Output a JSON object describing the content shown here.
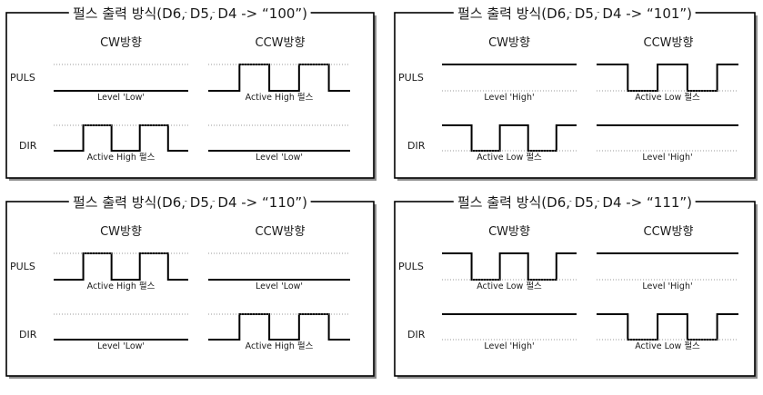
{
  "panels": [
    {
      "title": "펄스 출력 방식(D6, D5, D4 -> “100”)",
      "cw_label": "CW방향",
      "ccw_label": "CCW방향",
      "puls_label": "PULS",
      "dir_label": "DIR",
      "puls_cw": {
        "type": "level",
        "level": "low",
        "caption": "Level 'Low'"
      },
      "puls_ccw": {
        "type": "pulse",
        "polarity": "high",
        "caption": "Active High 펄스"
      },
      "dir_cw": {
        "type": "pulse",
        "polarity": "high",
        "caption": "Active High 펄스"
      },
      "dir_ccw": {
        "type": "level",
        "level": "low",
        "caption": "Level 'Low'"
      }
    },
    {
      "title": "펄스 출력 방식(D6, D5, D4 -> “101”)",
      "cw_label": "CW방향",
      "ccw_label": "CCW방향",
      "puls_label": "PULS",
      "dir_label": "DIR",
      "puls_cw": {
        "type": "level",
        "level": "high",
        "caption": "Level 'High'"
      },
      "puls_ccw": {
        "type": "pulse",
        "polarity": "low",
        "caption": "Active Low 펄스"
      },
      "dir_cw": {
        "type": "pulse",
        "polarity": "low",
        "caption": "Active Low 펄스"
      },
      "dir_ccw": {
        "type": "level",
        "level": "high",
        "caption": "Level 'High'"
      }
    },
    {
      "title": "펄스 출력 방식(D6, D5, D4 -> “110”)",
      "cw_label": "CW방향",
      "ccw_label": "CCW방향",
      "puls_label": "PULS",
      "dir_label": "DIR",
      "puls_cw": {
        "type": "pulse",
        "polarity": "high",
        "caption": "Active High 펄스"
      },
      "puls_ccw": {
        "type": "level",
        "level": "low",
        "caption": "Level 'Low'"
      },
      "dir_cw": {
        "type": "level",
        "level": "low",
        "caption": "Level 'Low'"
      },
      "dir_ccw": {
        "type": "pulse",
        "polarity": "high",
        "caption": "Active High 펄스"
      }
    },
    {
      "title": "펄스 출력 방식(D6, D5, D4 -> “111”)",
      "cw_label": "CW방향",
      "ccw_label": "CCW방향",
      "puls_label": "PULS",
      "dir_label": "DIR",
      "puls_cw": {
        "type": "pulse",
        "polarity": "low",
        "caption": "Active Low 펄스"
      },
      "puls_ccw": {
        "type": "level",
        "level": "high",
        "caption": "Level 'High'"
      },
      "dir_cw": {
        "type": "level",
        "level": "high",
        "caption": "Level 'High'"
      },
      "dir_ccw": {
        "type": "pulse",
        "polarity": "low",
        "caption": "Active Low 펄스"
      }
    }
  ],
  "colors": {
    "background": "#ffffff",
    "frame": "#000000",
    "shadow": "#8c8c8c",
    "signal": "#000000",
    "guide": "#9a9a9a",
    "text": "#1a1a1a"
  }
}
